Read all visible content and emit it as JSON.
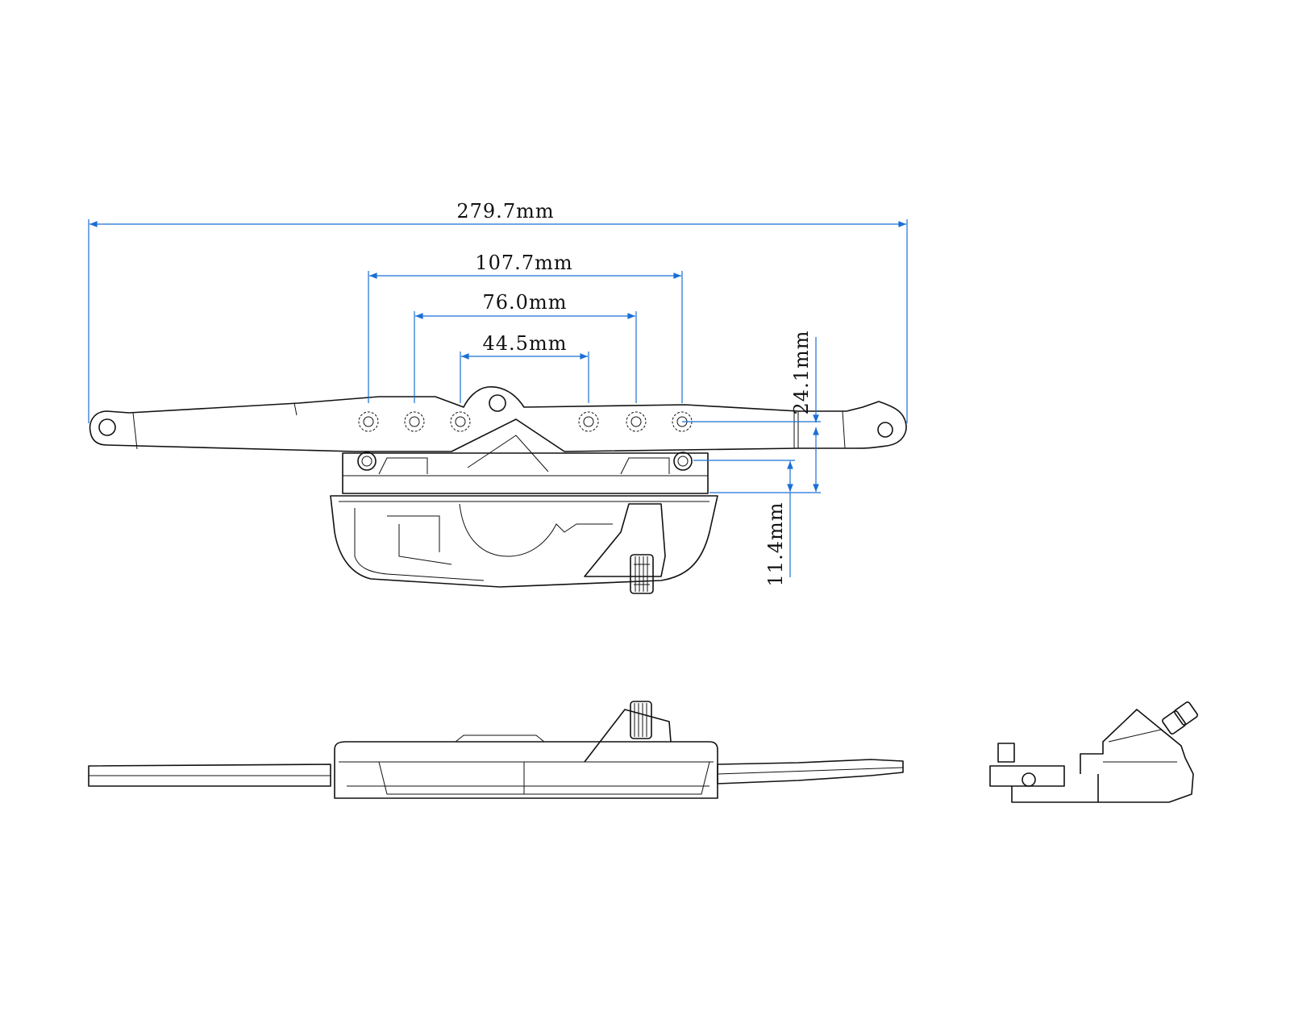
{
  "drawing": {
    "dimensions": [
      {
        "id": "overall_length",
        "label": "279.7mm"
      },
      {
        "id": "hole_span_outer",
        "label": "107.7mm"
      },
      {
        "id": "hole_span_middle",
        "label": "76.0mm"
      },
      {
        "id": "hole_span_inner",
        "label": "44.5mm"
      },
      {
        "id": "arm_height",
        "label": "24.1mm"
      },
      {
        "id": "base_offset",
        "label": "11.4mm"
      }
    ],
    "colors": {
      "dimension": "#1a6fd6",
      "outline": "#111111"
    }
  }
}
